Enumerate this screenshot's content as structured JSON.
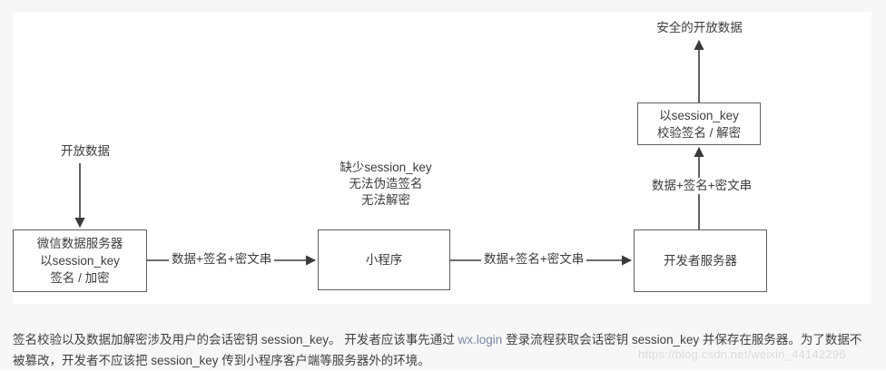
{
  "canvas": {
    "background_color": "#ffffff",
    "page_background_color": "#f7f7f7",
    "stroke_color": "#4a4a4a",
    "box_border_color": "#5f5f5f",
    "text_color": "#3c3c3c"
  },
  "nodes": {
    "wx_server": {
      "line1": "微信数据服务器",
      "line2": "以session_key",
      "line3": "签名 / 加密"
    },
    "mini_program": {
      "line1": "小程序"
    },
    "dev_server": {
      "line1": "开发者服务器"
    },
    "decrypt": {
      "line1": "以session_key",
      "line2": "校验签名 / 解密"
    }
  },
  "labels": {
    "open_data": "开放数据",
    "secure_open_data": "安全的开放数据",
    "missing_key": {
      "line1": "缺少session_key",
      "line2": "无法伪造签名",
      "line3": "无法解密"
    },
    "wire_wx_to_mini": "数据+签名+密文串",
    "wire_mini_to_dev": "数据+签名+密文串",
    "wire_dev_to_decrypt": "数据+签名+密文串"
  },
  "caption": {
    "part1": "签名校验以及数据加解密涉及用户的会话密钥 session_key。 开发者应该事先通过 ",
    "link": "wx.login",
    "part2": " 登录流程获取会话密钥 session_key 并保存在服务器。为了数据不被篡改，开发者不应该把 session_key 传到小程序客户端等服务器外的环境。",
    "link_color": "#7b88a8"
  },
  "watermark": {
    "text": "https://blog.csdn.net/weixin_44142296",
    "color": "#dcdcdc"
  }
}
